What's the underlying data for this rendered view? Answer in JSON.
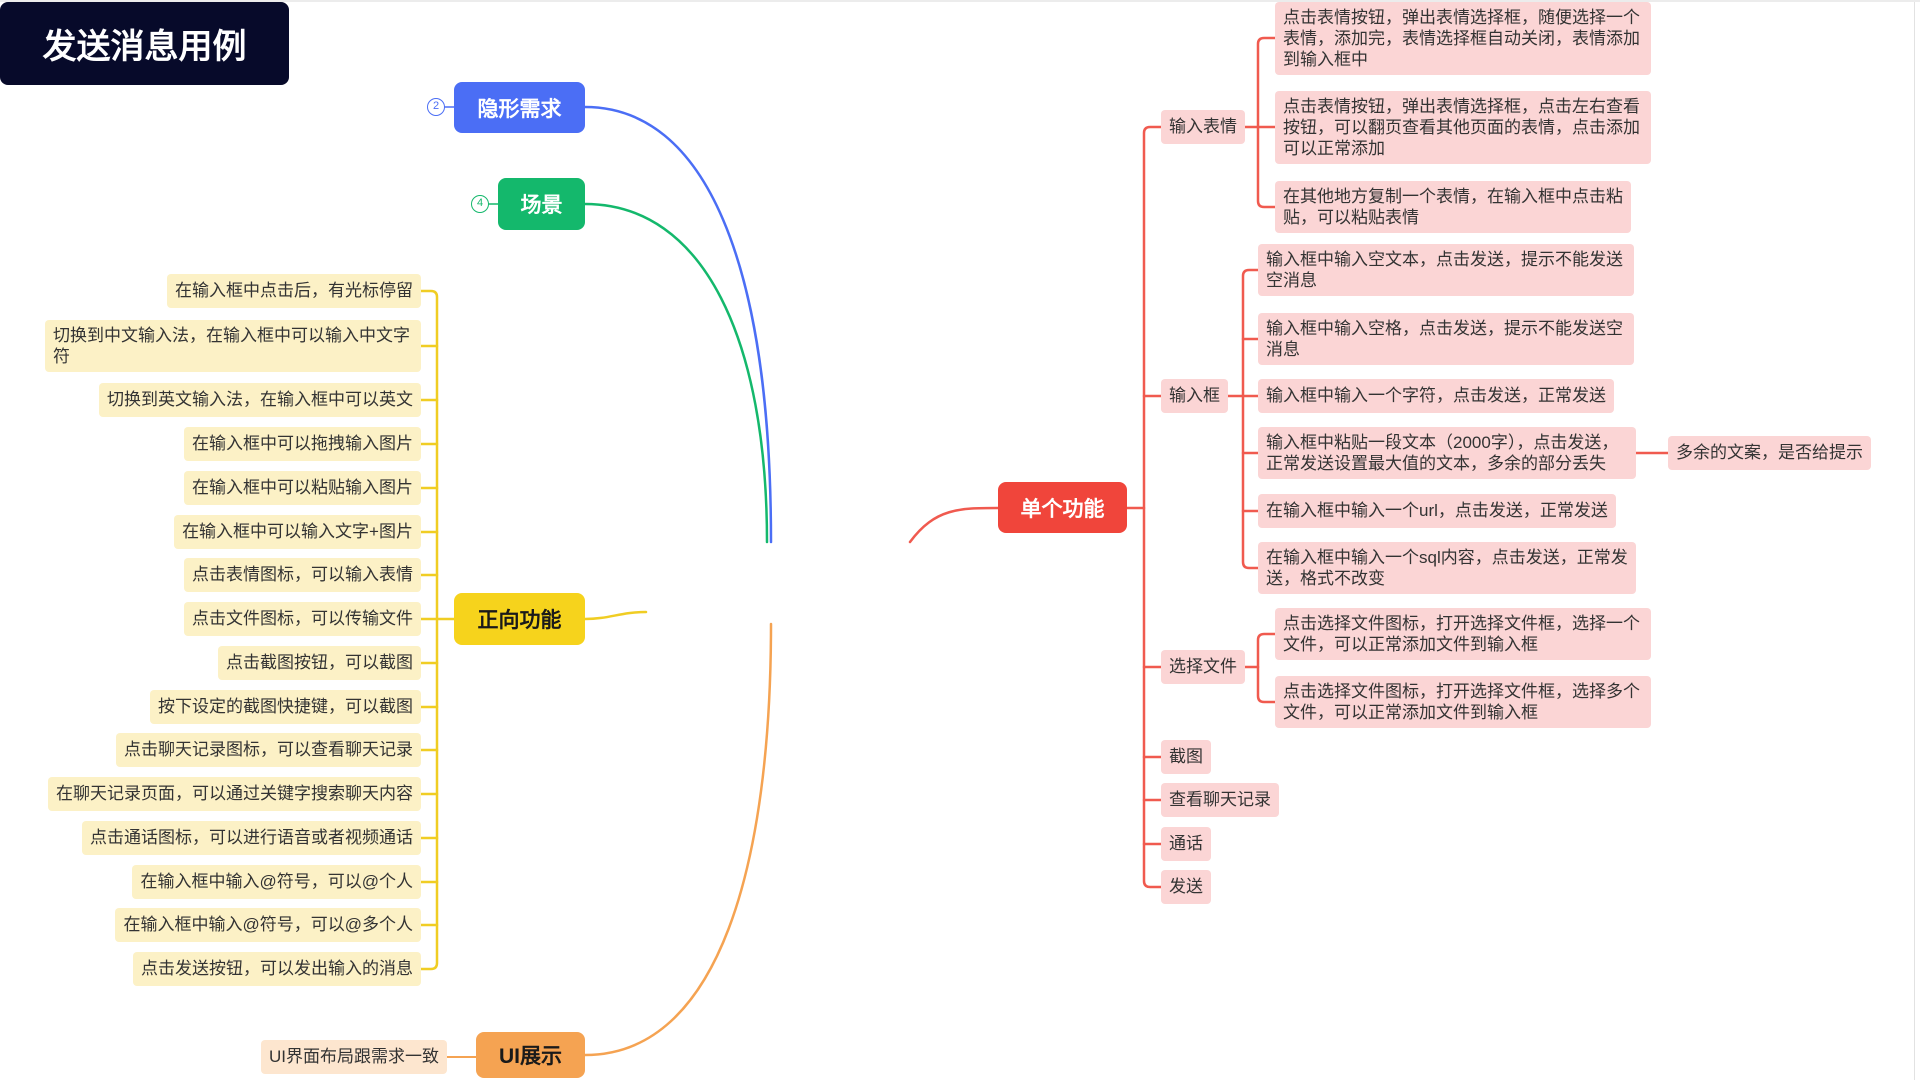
{
  "root": "发送消息用例",
  "colors": {
    "hidden": "#4b6ef5",
    "scene": "#14b86c",
    "positive": "#f6d31c",
    "ui": "#f5a352",
    "single": "#f0453b",
    "positive_line": "#f0cd23",
    "single_line": "#f05a4f"
  },
  "branches": {
    "hidden": {
      "label": "隐形需求",
      "badge": "2"
    },
    "scene": {
      "label": "场景",
      "badge": "4"
    },
    "positive": {
      "label": "正向功能",
      "items": [
        "在输入框中点击后，有光标停留",
        "切换到中文输入法，在输入框中可以输入中文字符",
        "切换到英文输入法，在输入框中可以英文",
        "在输入框中可以拖拽输入图片",
        "在输入框中可以粘贴输入图片",
        "在输入框中可以输入文字+图片",
        "点击表情图标，可以输入表情",
        "点击文件图标，可以传输文件",
        "点击截图按钮，可以截图",
        "按下设定的截图快捷键，可以截图",
        "点击聊天记录图标，可以查看聊天记录",
        "在聊天记录页面，可以通过关键字搜索聊天内容",
        "点击通话图标，可以进行语音或者视频通话",
        "在输入框中输入@符号，可以@个人",
        "在输入框中输入@符号，可以@多个人",
        "点击发送按钮，可以发出输入的消息"
      ]
    },
    "ui": {
      "label": "UI展示",
      "items": [
        "UI界面布局跟需求一致"
      ]
    },
    "single": {
      "label": "单个功能",
      "input_emoji": {
        "label": "输入表情",
        "items": [
          "点击表情按钮，弹出表情选择框，随便选择一个表情，添加完，表情选择框自动关闭，表情添加到输入框中",
          "点击表情按钮，弹出表情选择框，点击左右查看按钮，可以翻页查看其他页面的表情，点击添加可以正常添加",
          "在其他地方复制一个表情，在输入框中点击粘贴，可以粘贴表情"
        ]
      },
      "input_box": {
        "label": "输入框",
        "items": [
          "输入框中输入空文本，点击发送，提示不能发送空消息",
          "输入框中输入空格，点击发送，提示不能发送空消息",
          "输入框中输入一个字符，点击发送，正常发送",
          "输入框中粘贴一段文本（2000字），点击发送，正常发送设置最大值的文本，多余的部分丢失",
          "在输入框中输入一个url，点击发送，正常发送",
          "在输入框中输入一个sql内容，点击发送，正常发送，格式不改变"
        ],
        "note": "多余的文案，是否给提示"
      },
      "select_file": {
        "label": "选择文件",
        "items": [
          "点击选择文件图标，打开选择文件框，选择一个文件，可以正常添加文件到输入框",
          "点击选择文件图标，打开选择文件框，选择多个文件，可以正常添加文件到输入框"
        ]
      },
      "screenshot": {
        "label": "截图"
      },
      "chat_history": {
        "label": "查看聊天记录"
      },
      "call": {
        "label": "通话"
      },
      "send": {
        "label": "发送"
      }
    }
  }
}
